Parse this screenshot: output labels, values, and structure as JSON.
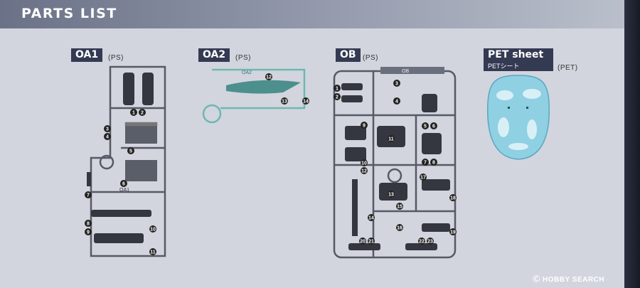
{
  "header": {
    "title": "PARTS LIST"
  },
  "runners": {
    "oa1": {
      "code": "OA1",
      "material": "(PS)",
      "stamp": "OA1",
      "numbers": [
        "1",
        "2",
        "3",
        "4",
        "5",
        "6",
        "7",
        "8",
        "9",
        "10",
        "11"
      ]
    },
    "oa2": {
      "code": "OA2",
      "material": "(PS)",
      "stamp": "OA2",
      "numbers": [
        "12",
        "13",
        "14"
      ]
    },
    "ob": {
      "code": "OB",
      "material": "(PS)",
      "stamp": "OB",
      "numbers": [
        "1",
        "2",
        "3",
        "4",
        "5",
        "6",
        "7",
        "8",
        "9",
        "10",
        "11",
        "12",
        "13",
        "14",
        "15",
        "16",
        "17",
        "18",
        "19",
        "20",
        "21",
        "22",
        "23"
      ]
    },
    "pet": {
      "code": "PET sheet",
      "subtitle": "PETシート",
      "material": "(PET)"
    }
  },
  "watermark": "Ⓒ HOBBY SEARCH",
  "colors": {
    "label_bg": "#343a52",
    "sheet_bg": "#d2d5de",
    "pet_fill": "#8fd0e3",
    "oa2_tint": "#6fb7b2"
  }
}
